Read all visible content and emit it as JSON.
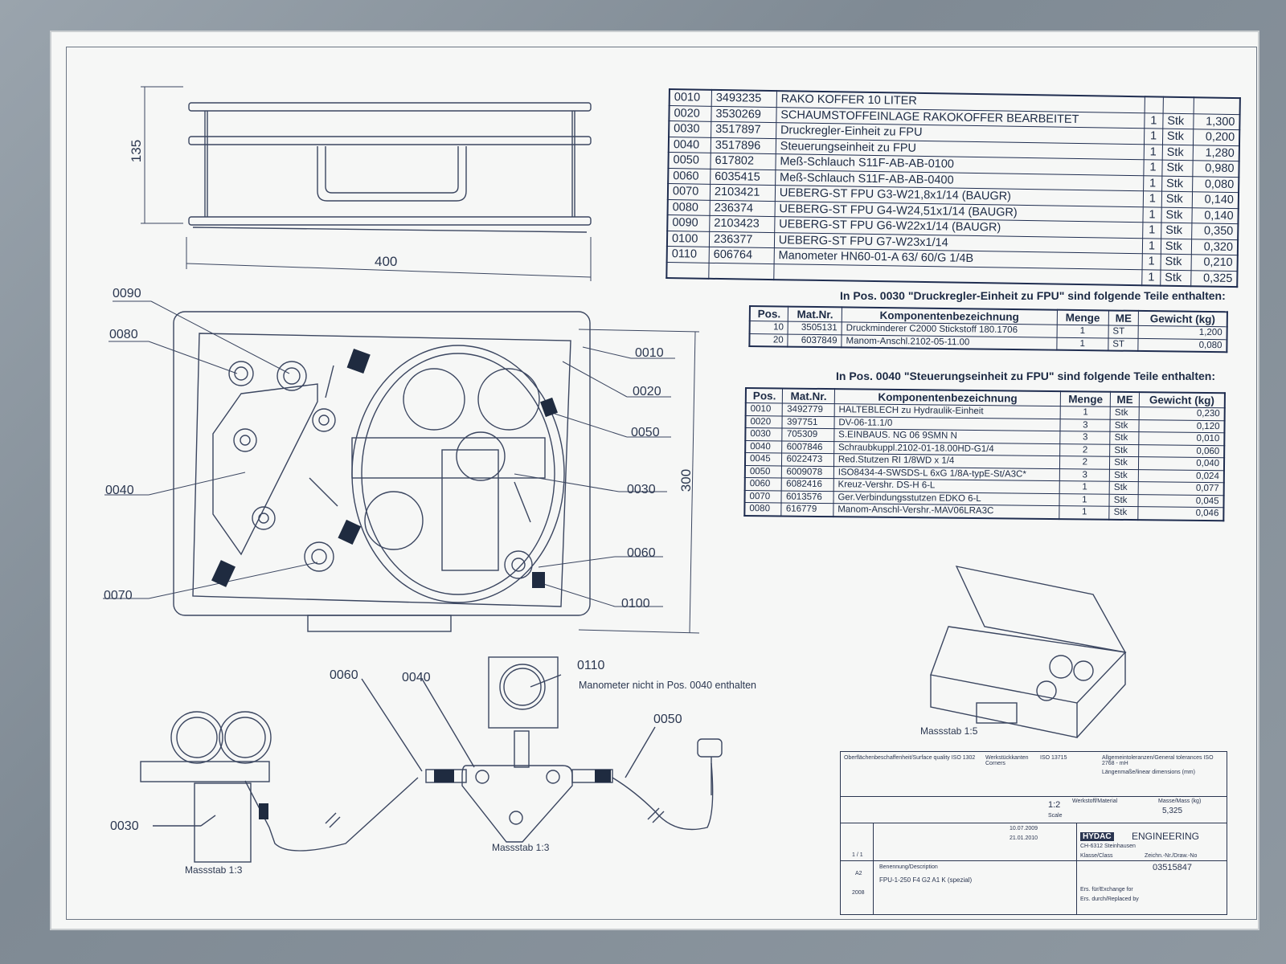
{
  "dimensions": {
    "height": "135",
    "width": "400",
    "depth": "300"
  },
  "parts_list": [
    {
      "pos": "0010",
      "matnr": "3493235",
      "desc": "RAKO KOFFER 10 LITER",
      "qty": "",
      "unit": "",
      "weight": ""
    },
    {
      "pos": "0020",
      "matnr": "3530269",
      "desc": "SCHAUMSTOFFEINLAGE RAKOKOFFER BEARBEITET",
      "qty": "1",
      "unit": "Stk",
      "weight": "1,300"
    },
    {
      "pos": "0030",
      "matnr": "3517897",
      "desc": "Druckregler-Einheit zu FPU",
      "qty": "1",
      "unit": "Stk",
      "weight": "0,200"
    },
    {
      "pos": "0040",
      "matnr": "3517896",
      "desc": "Steuerungseinheit zu FPU",
      "qty": "1",
      "unit": "Stk",
      "weight": "1,280"
    },
    {
      "pos": "0050",
      "matnr": "617802",
      "desc": "Meß-Schlauch S11F-AB-AB-0100",
      "qty": "1",
      "unit": "Stk",
      "weight": "0,980"
    },
    {
      "pos": "0060",
      "matnr": "6035415",
      "desc": "Meß-Schlauch S11F-AB-AB-0400",
      "qty": "1",
      "unit": "Stk",
      "weight": "0,080"
    },
    {
      "pos": "0070",
      "matnr": "2103421",
      "desc": "UEBERG-ST FPU G3-W21,8x1/14 (BAUGR)",
      "qty": "1",
      "unit": "Stk",
      "weight": "0,140"
    },
    {
      "pos": "0080",
      "matnr": "236374",
      "desc": "UEBERG-ST FPU G4-W24,51x1/14 (BAUGR)",
      "qty": "1",
      "unit": "Stk",
      "weight": "0,140"
    },
    {
      "pos": "0090",
      "matnr": "2103423",
      "desc": "UEBERG-ST FPU G6-W22x1/14 (BAUGR)",
      "qty": "1",
      "unit": "Stk",
      "weight": "0,350"
    },
    {
      "pos": "0100",
      "matnr": "236377",
      "desc": "UEBERG-ST FPU G7-W23x1/14",
      "qty": "1",
      "unit": "Stk",
      "weight": "0,320"
    },
    {
      "pos": "0110",
      "matnr": "606764",
      "desc": "Manometer HN60-01-A 63/ 60/G 1/4B",
      "qty": "1",
      "unit": "Stk",
      "weight": "0,210"
    },
    {
      "pos": "",
      "matnr": "",
      "desc": "",
      "qty": "1",
      "unit": "Stk",
      "weight": "0,325"
    }
  ],
  "sub_headers": {
    "pos": "Pos.",
    "matnr": "Mat.Nr.",
    "desc": "Komponentenbezeichnung",
    "qty": "Menge",
    "unit": "ME",
    "weight": "Gewicht (kg)"
  },
  "sub1": {
    "heading": "In Pos. 0030 \"Druckregler-Einheit zu FPU\" sind folgende Teile enthalten:",
    "rows": [
      {
        "pos": "10",
        "matnr": "3505131",
        "desc": "Druckminderer C2000 Stickstoff 180.1706",
        "qty": "1",
        "unit": "ST",
        "weight": "1,200"
      },
      {
        "pos": "20",
        "matnr": "6037849",
        "desc": "Manom-Anschl.2102-05-11.00",
        "qty": "1",
        "unit": "ST",
        "weight": "0,080"
      }
    ]
  },
  "sub2": {
    "heading": "In Pos. 0040 \"Steuerungseinheit zu FPU\" sind folgende Teile enthalten:",
    "rows": [
      {
        "pos": "0010",
        "matnr": "3492779",
        "desc": "HALTEBLECH zu Hydraulik-Einheit",
        "qty": "1",
        "unit": "Stk",
        "weight": "0,230"
      },
      {
        "pos": "0020",
        "matnr": "397751",
        "desc": "DV-06-11.1/0",
        "qty": "3",
        "unit": "Stk",
        "weight": "0,120"
      },
      {
        "pos": "0030",
        "matnr": "705309",
        "desc": "S.EINBAUS. NG 06    9SMN  N",
        "qty": "3",
        "unit": "Stk",
        "weight": "0,010"
      },
      {
        "pos": "0040",
        "matnr": "6007846",
        "desc": "Schraubkuppl.2102-01-18.00HD-G1/4",
        "qty": "2",
        "unit": "Stk",
        "weight": "0,060"
      },
      {
        "pos": "0045",
        "matnr": "6022473",
        "desc": "Red.Stutzen RI  1/8WD x  1/4",
        "qty": "2",
        "unit": "Stk",
        "weight": "0,040"
      },
      {
        "pos": "0050",
        "matnr": "6009078",
        "desc": "ISO8434-4-SWSDS-L 6xG  1/8A-typE-St/A3C*",
        "qty": "3",
        "unit": "Stk",
        "weight": "0,024"
      },
      {
        "pos": "0060",
        "matnr": "6082416",
        "desc": "Kreuz-Vershr. DS-H  6-L",
        "qty": "1",
        "unit": "Stk",
        "weight": "0,077"
      },
      {
        "pos": "0070",
        "matnr": "6013576",
        "desc": "Ger.Verbindungsstutzen EDKO  6-L",
        "qty": "1",
        "unit": "Stk",
        "weight": "0,045"
      },
      {
        "pos": "0080",
        "matnr": "616779",
        "desc": "Manom-Anschl-Vershr.-MAV06LRA3C",
        "qty": "1",
        "unit": "Stk",
        "weight": "0,046"
      }
    ]
  },
  "callouts": {
    "c0090": "0090",
    "c0080": "0080",
    "c0040": "0040",
    "c0070": "0070",
    "c0010": "0010",
    "c0020": "0020",
    "c0050": "0050",
    "c0030": "0030",
    "c0060": "0060",
    "c0100": "0100",
    "d0060": "0060",
    "d0040": "0040",
    "d0110": "0110",
    "d0050": "0050",
    "d0030": "0030"
  },
  "notes": {
    "manometer": "Manometer nicht in Pos. 0040 enthalten",
    "scale_a": "Massstab 1:3",
    "scale_b": "Massstab 1:3",
    "scale_c": "Massstab 1:5"
  },
  "title_block": {
    "company": "ENGINEERING",
    "brand": "HYDAC",
    "location": "CH-6312 Steinhausen",
    "scale": "1:2",
    "weight": "5,325",
    "description": "FPU-1-250 F4 G2 A1 K (spezial)",
    "drawing_no": "03515847",
    "format": "A2",
    "sheet": "1 / 1",
    "sw_version": "2008",
    "date1": "10.07.2009",
    "date2": "21.01.2010",
    "surface": "Oberflächenbeschaffenheit/Surface quality ISO 1302",
    "corners": "Werkstückkanten Corners",
    "corners_iso": "ISO 13715",
    "tolerances": "Allgemeintoleranzen/General tolerances ISO 2768 - mH",
    "linear": "Längenmaße/linear dimensions (mm)",
    "material": "Werkstoff/Material",
    "mass_label": "Masse/Mass (kg)",
    "scale_label": "Scale",
    "exchange": "Ers. für/Exchange for",
    "replaced": "Ers. durch/Replaced by",
    "drawing_label": "Zeichn.-Nr./Draw.-No",
    "desc_label": "Benennung/Description",
    "class_label": "Klasse/Class"
  }
}
